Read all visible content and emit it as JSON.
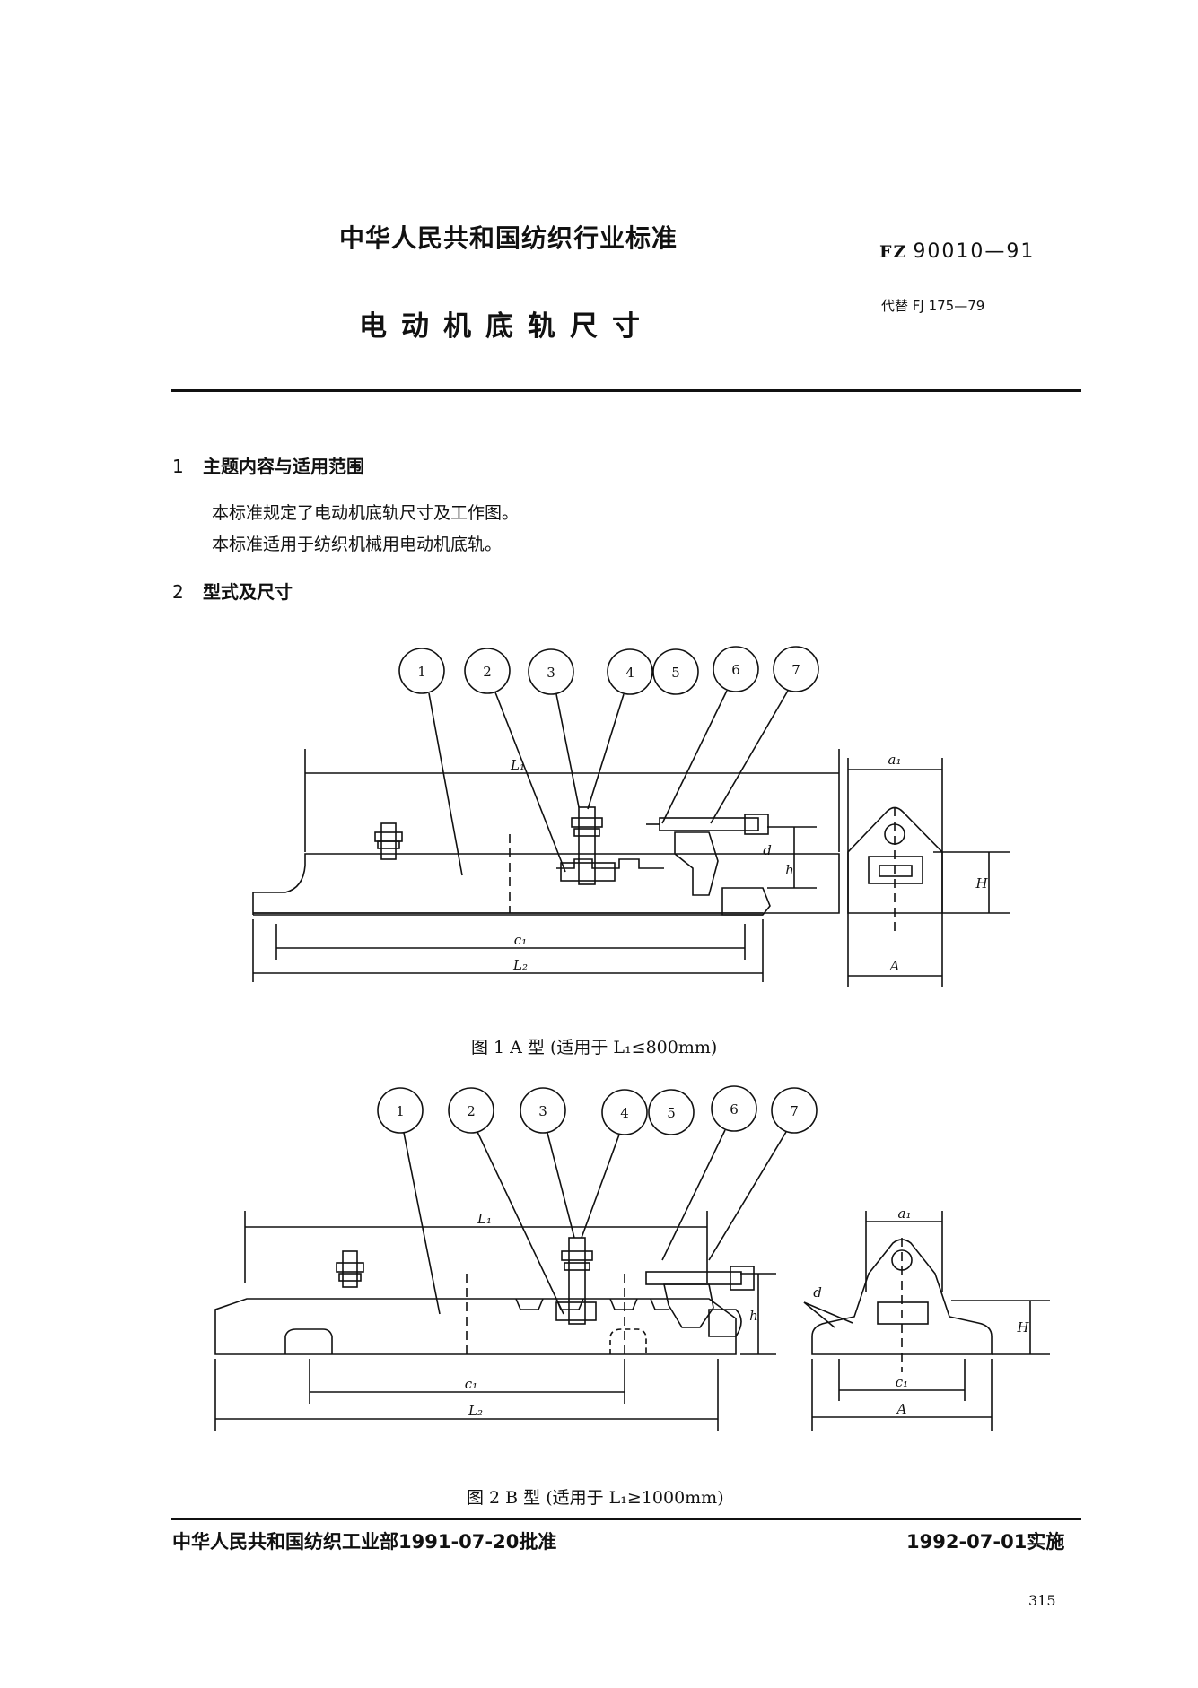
{
  "header": {
    "organization": "中华人民共和国纺织行业标准",
    "code_prefix": "FZ",
    "code_number": "90010—91",
    "title": "电动机底轨尺寸",
    "replaces": "代替 FJ 175—79"
  },
  "sections": [
    {
      "number": "1",
      "heading": "主题内容与适用范围"
    },
    {
      "number": "2",
      "heading": "型式及尺寸"
    }
  ],
  "paragraphs": [
    "本标准规定了电动机底轨尺寸及工作图。",
    "本标准适用于纺织机械用电动机底轨。"
  ],
  "figure1": {
    "callouts": [
      "1",
      "2",
      "3",
      "4",
      "5",
      "6",
      "7"
    ],
    "dims": {
      "L1": "L₁",
      "L2": "L₂",
      "c1": "c₁",
      "d": "d",
      "h": "h",
      "a1": "a₁",
      "H": "H",
      "A": "A"
    },
    "caption": "图 1   A 型   (适用于 L₁≤800mm)"
  },
  "figure2": {
    "callouts": [
      "1",
      "2",
      "3",
      "4",
      "5",
      "6",
      "7"
    ],
    "dims": {
      "L1": "L₁",
      "L2": "L₂",
      "c1": "c₁",
      "d": "d",
      "h": "h",
      "a1": "a₁",
      "H": "H",
      "A": "A",
      "c2": "c₁"
    },
    "caption": "图 2   B 型   (适用于 L₁≥1000mm)"
  },
  "footer": {
    "approval": "中华人民共和国纺织工业部1991-07-20批准",
    "implementation": "1992-07-01实施",
    "page_number": "315"
  }
}
